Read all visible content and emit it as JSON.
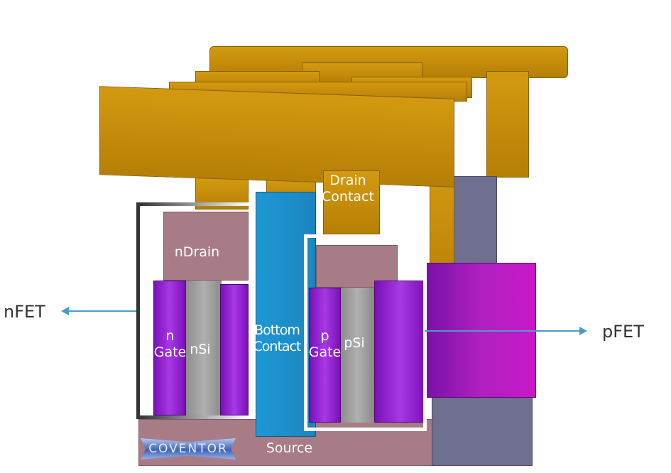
{
  "labels": {
    "drain_contact": [
      "Drain",
      "Contact"
    ],
    "n_drain": "nDrain",
    "n_gate": [
      "n",
      "Gate"
    ],
    "n_si": "nSi",
    "bottom_contact": [
      "Bottom",
      "Contact"
    ],
    "p_gate": [
      "p",
      "Gate"
    ],
    "p_si": "pSi",
    "source": "Source",
    "nfet": "nFET",
    "pfet": "pFET"
  },
  "logo": "COVENTOR",
  "colors": {
    "metal": "#c98e0b",
    "drain": "#a87c86",
    "gate": "#9a2de0",
    "silicon": "#a0a0a0",
    "bottom_contact": "#1a8fcc",
    "arrow": "#4a9cc8"
  }
}
